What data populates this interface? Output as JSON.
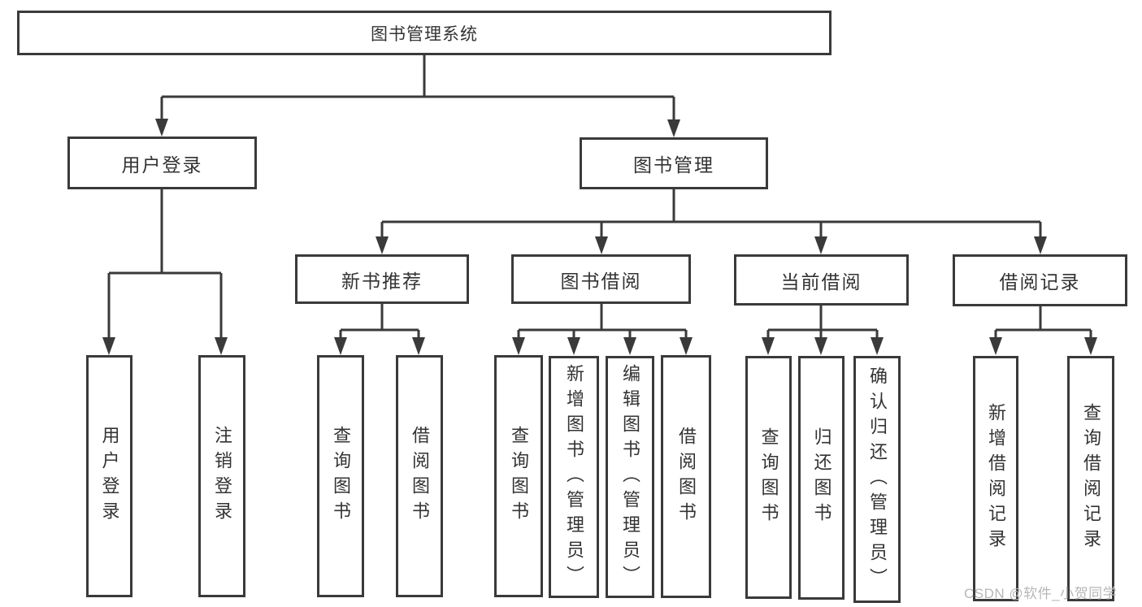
{
  "diagram_type": "hierarchy",
  "tree": {
    "label": "图书管理系统",
    "children": [
      {
        "label": "用户登录",
        "children": [
          {
            "label": "用户登录"
          },
          {
            "label": "注销登录"
          }
        ]
      },
      {
        "label": "图书管理",
        "children": [
          {
            "label": "新书推荐",
            "children": [
              {
                "label": "查询图书"
              },
              {
                "label": "借阅图书"
              }
            ]
          },
          {
            "label": "图书借阅",
            "children": [
              {
                "label": "查询图书"
              },
              {
                "label": "新增图书（管理员）"
              },
              {
                "label": "编辑图书（管理员）"
              },
              {
                "label": "借阅图书"
              }
            ]
          },
          {
            "label": "当前借阅",
            "children": [
              {
                "label": "查询图书"
              },
              {
                "label": "归还图书"
              },
              {
                "label": "确认归还（管理员）"
              }
            ]
          },
          {
            "label": "借阅记录",
            "children": [
              {
                "label": "新增借阅记录"
              },
              {
                "label": "查询借阅记录"
              }
            ]
          }
        ]
      }
    ]
  },
  "watermark": "CSDN @软件_小贺同学",
  "colors": {
    "line": "#3a3a3a",
    "border": "#3a3a3a",
    "text": "#333333",
    "watermark": "#b7b7b7",
    "background": "#ffffff"
  }
}
